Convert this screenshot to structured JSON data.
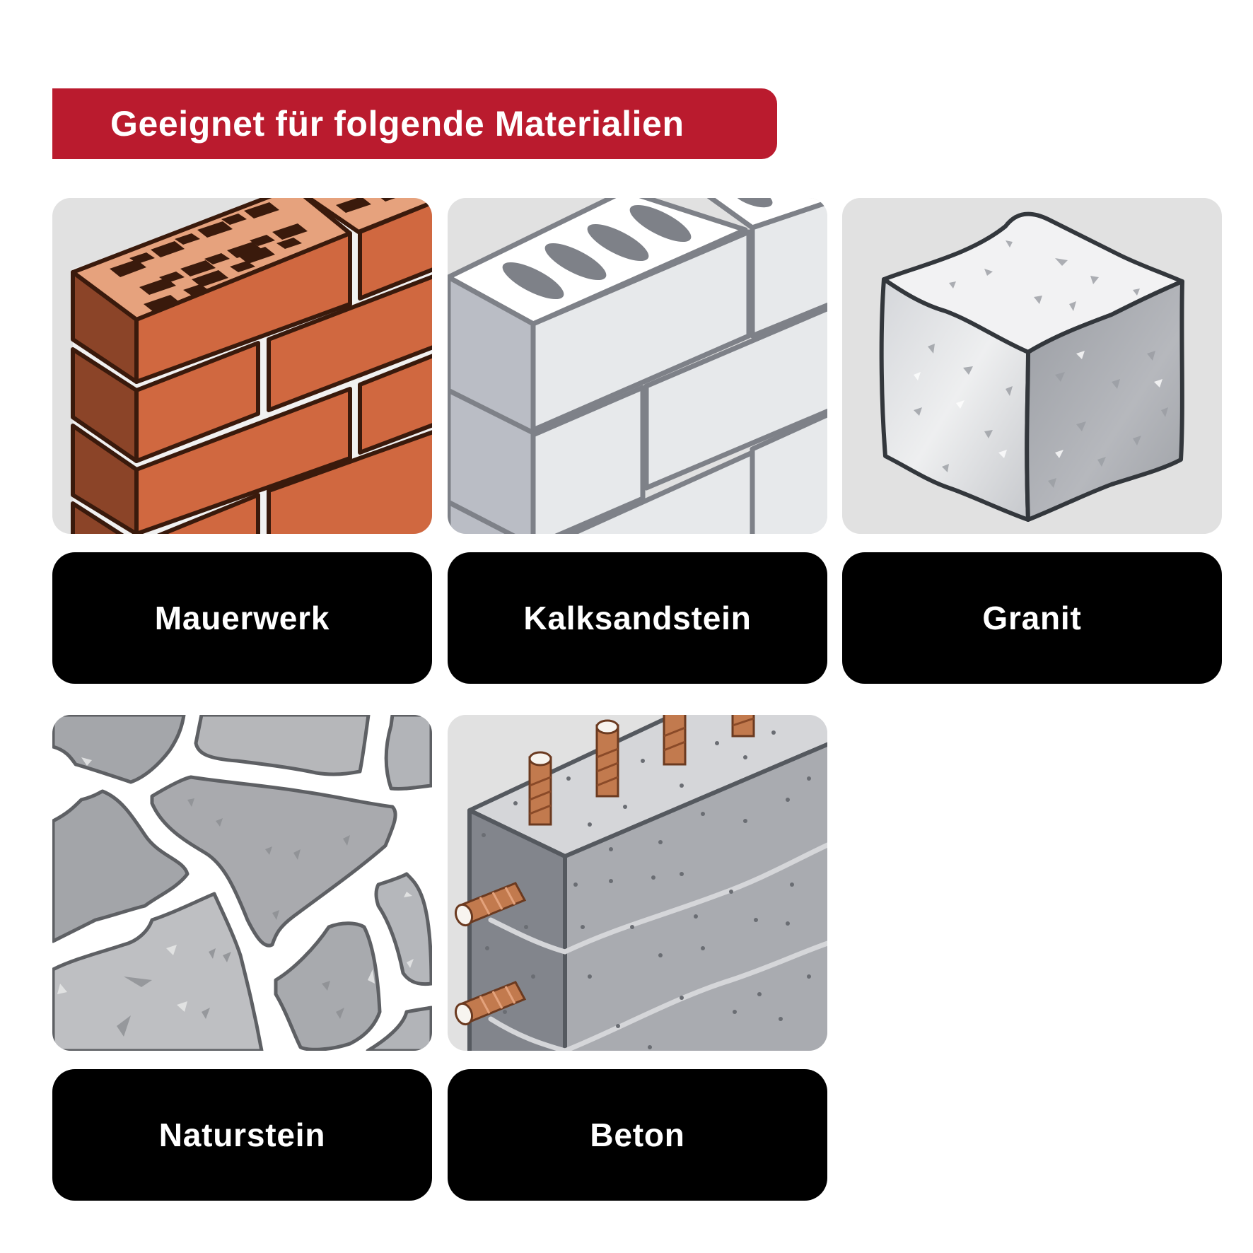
{
  "header": {
    "title": "Geeignet für folgende Materialien",
    "accent_color": "#BA1B2E"
  },
  "materials": [
    {
      "label": "Mauerwerk",
      "illustration": "brick-wall-icon",
      "row": 1,
      "col": 1
    },
    {
      "label": "Kalksandstein",
      "illustration": "sand-lime-brick-wall-icon",
      "row": 1,
      "col": 2
    },
    {
      "label": "Granit",
      "illustration": "granite-block-icon",
      "row": 1,
      "col": 3
    },
    {
      "label": "Naturstein",
      "illustration": "natural-stone-paving-icon",
      "row": 2,
      "col": 1
    },
    {
      "label": "Beton",
      "illustration": "reinforced-concrete-icon",
      "row": 2,
      "col": 2
    }
  ],
  "colors": {
    "label_background": "#000000",
    "label_text": "#FFFFFF",
    "tile_background": "#E1E1E1"
  }
}
